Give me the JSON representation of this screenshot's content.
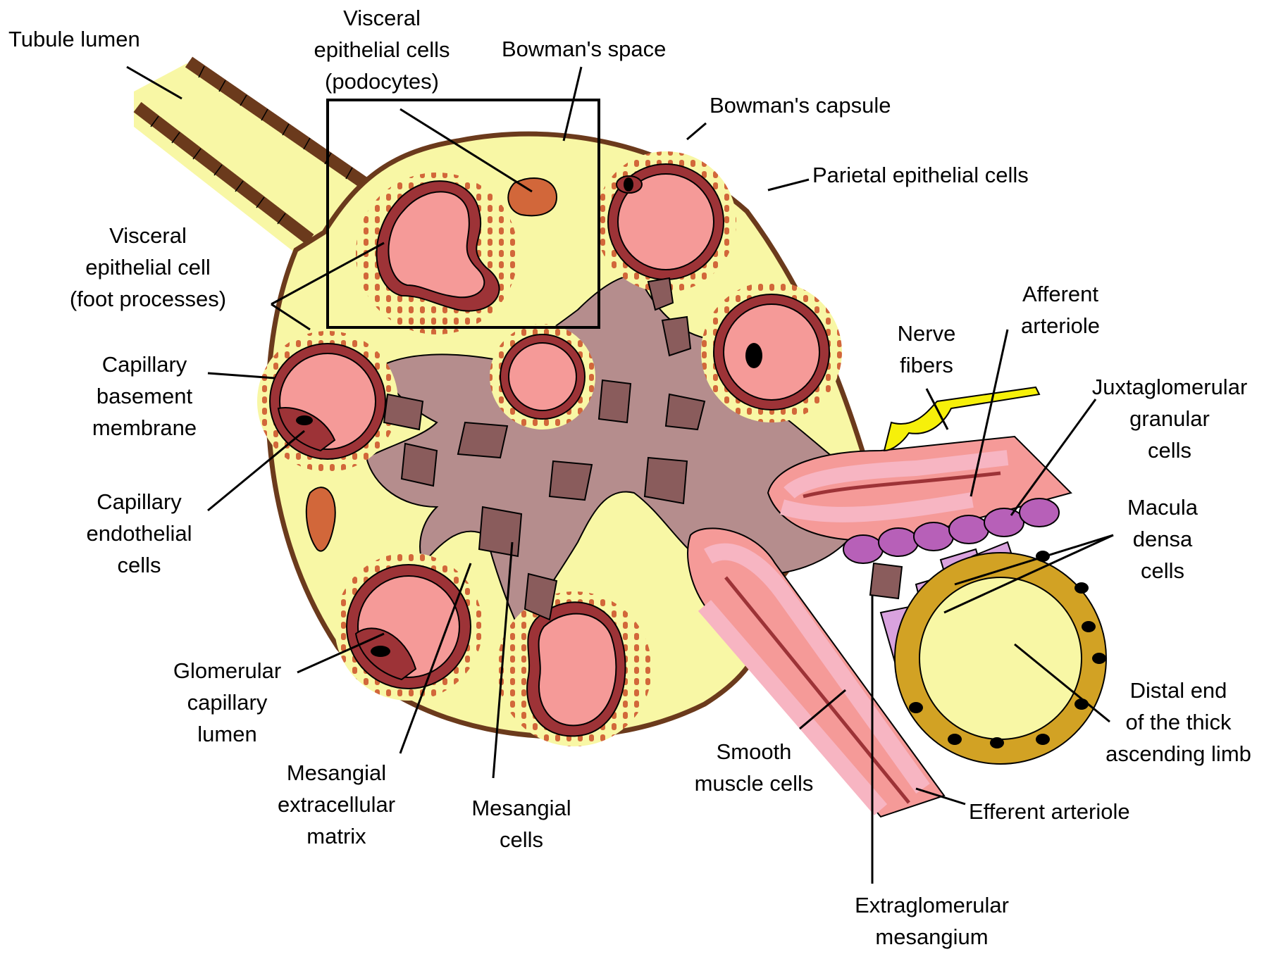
{
  "labels": {
    "tubule_lumen": "Tubule lumen",
    "visceral_podocytes": [
      "Visceral",
      "epithelial cells",
      "(podocytes)"
    ],
    "bowmans_space": "Bowman's space",
    "bowmans_capsule": "Bowman's capsule",
    "parietal_epithelial": "Parietal epithelial cells",
    "visceral_foot": [
      "Visceral",
      "epithelial cell",
      "(foot processes)"
    ],
    "capillary_basement": [
      "Capillary",
      "basement",
      "membrane"
    ],
    "capillary_endothelial": [
      "Capillary",
      "endothelial",
      "cells"
    ],
    "glomerular_lumen": [
      "Glomerular",
      "capillary",
      "lumen"
    ],
    "mesangial_matrix": [
      "Mesangial",
      "extracellular",
      "matrix"
    ],
    "mesangial_cells": [
      "Mesangial",
      "cells"
    ],
    "smooth_muscle": [
      "Smooth",
      "muscle cells"
    ],
    "efferent_arteriole": "Efferent arteriole",
    "extraglomerular": [
      "Extraglomerular",
      "mesangium"
    ],
    "nerve_fibers": [
      "Nerve",
      "fibers"
    ],
    "afferent_arteriole": [
      "Afferent",
      "arteriole"
    ],
    "juxtaglomerular": [
      "Juxtaglomerular",
      "granular",
      "cells"
    ],
    "macula_densa": [
      "Macula",
      "densa",
      "cells"
    ],
    "distal_end": [
      "Distal end",
      "of the thick",
      "ascending limb"
    ]
  },
  "colors": {
    "bowman_space": "#f8f7a5",
    "capillary_lumen": "#f59a98",
    "capillary_wall": "#9d3337",
    "podocyte": "#d2673a",
    "mesangium": "#b58d8d",
    "mesangial_cell": "#8a5c5c",
    "tubule_cell": "#6b3a1c",
    "granular_cell": "#b760b8",
    "macula_densa": "#d9a2de",
    "distal_tubule": "#d2a224",
    "nerve": "#f6f00a",
    "smooth_muscle": "#f7b5c2"
  }
}
